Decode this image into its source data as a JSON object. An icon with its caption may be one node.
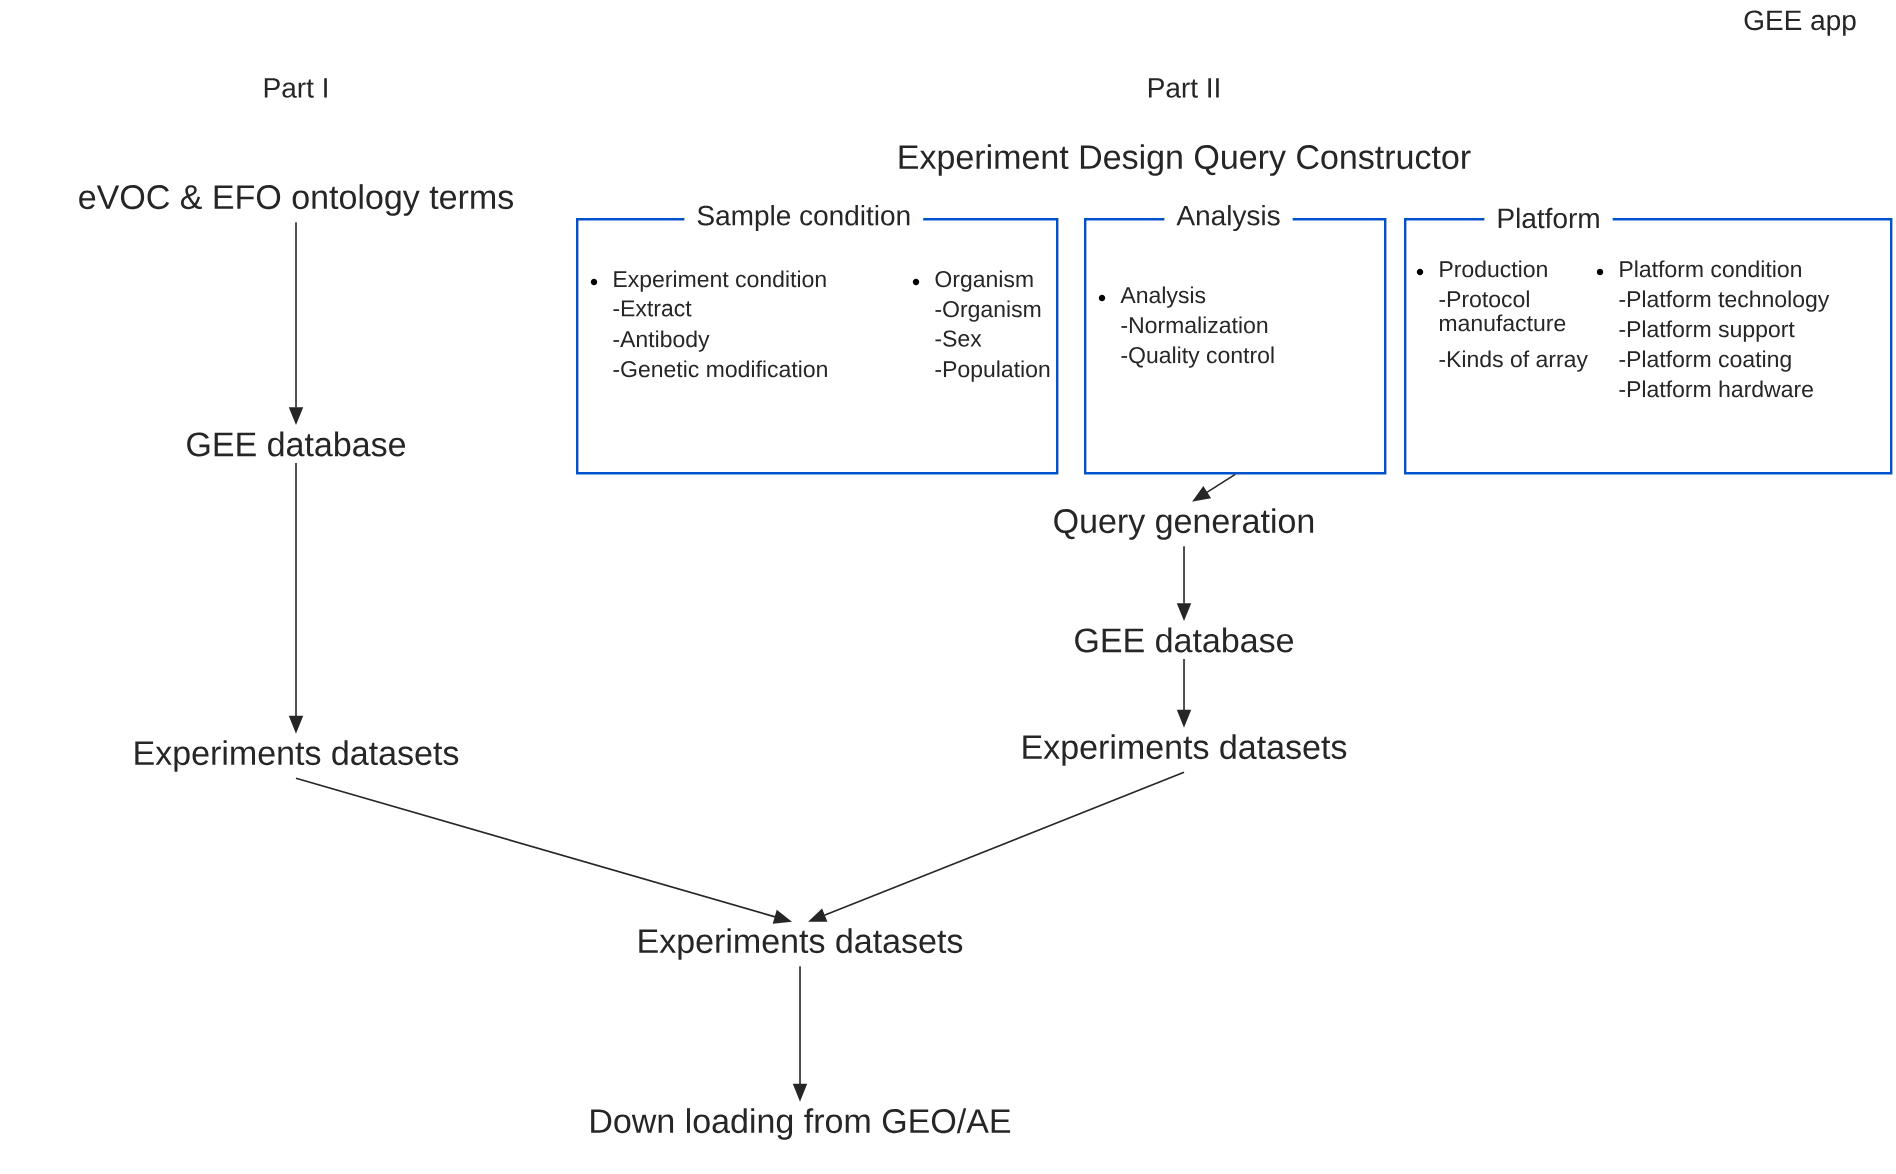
{
  "diagram": {
    "nodes": [
      {
        "text": [
          "eVOC & EFO ontology terms"
        ]
      },
      {
        "text": [
          "GEE database"
        ]
      },
      {
        "text": [
          "Experiments datasets"
        ]
      },
      {
        "text": [
          "Sample condition",
          "Experiment condition",
          "-Extract",
          "-Antibody",
          "-Genetic modification",
          "Organism",
          "-Organism",
          "-Sex",
          "-Population"
        ]
      },
      {
        "text": [
          "Analysis",
          "Analysis",
          "-Normalization",
          "-Quality control"
        ]
      },
      {
        "text": [
          "Platform",
          "Production",
          "-Protocol manufacture",
          "-Kinds of array",
          "Platform condition",
          "-Platform technology",
          "-Platform support",
          "-Platform coating",
          "-Platform hardware"
        ]
      },
      {
        "text": [
          "Query generation"
        ]
      },
      {
        "text": [
          "GEE database"
        ]
      },
      {
        "text": [
          "Experiments datasets"
        ]
      },
      {
        "text": [
          "Experiments datasets"
        ]
      },
      {
        "text": [
          "Down loading from GEO/AE"
        ]
      }
    ],
    "edges": [
      {
        "from": 0,
        "to": 1,
        "arrow": "to"
      },
      {
        "from": 1,
        "to": 2,
        "arrow": "to"
      },
      {
        "from": 4,
        "to": 6,
        "arrow": "to"
      },
      {
        "from": 6,
        "to": 7,
        "arrow": "to"
      },
      {
        "from": 7,
        "to": 8,
        "arrow": "to"
      },
      {
        "from": 2,
        "to": 9,
        "arrow": "to"
      },
      {
        "from": 8,
        "to": 9,
        "arrow": "to"
      },
      {
        "from": 9,
        "to": 10,
        "arrow": "to"
      }
    ],
    "labels": [
      "GEE app",
      "Part I",
      "Part II",
      "Experiment Design Query Constructor"
    ]
  }
}
